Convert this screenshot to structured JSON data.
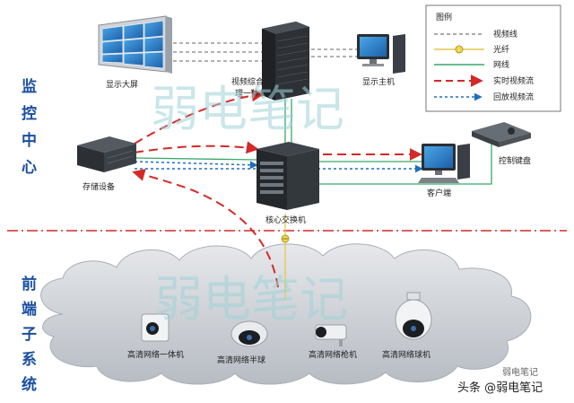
{
  "sections": {
    "monitoring_center": "监控中心",
    "frontend_system": "前端子系统"
  },
  "legend": {
    "title": "图例",
    "items": [
      {
        "label": "视频线",
        "style": "dashed",
        "color": "#555555"
      },
      {
        "label": "光纤",
        "style": "fiber",
        "color": "#e3c84a"
      },
      {
        "label": "网线",
        "style": "solid",
        "color": "#3aa86a"
      },
      {
        "label": "实时视频流",
        "style": "red-arrow",
        "color": "#d62828"
      },
      {
        "label": "回放视频流",
        "style": "blue-arrow",
        "color": "#1f6fbf"
      }
    ]
  },
  "devices": {
    "display_wall": "显示大屏",
    "management_host": "视频综合管\n理一体机",
    "display_host": "显示主机",
    "storage": "存储设备",
    "core_switch": "核心交换机",
    "client": "客户端",
    "control_keyboard": "控制键盘",
    "cam_box": "高清网络一体机",
    "cam_dome": "高清网络半球",
    "cam_bullet": "高清网络枪机",
    "cam_ptz": "高清网络球机"
  },
  "watermark": "弱电笔记",
  "credit": "头条 @弱电笔记",
  "credit_small": "弱电笔记"
}
